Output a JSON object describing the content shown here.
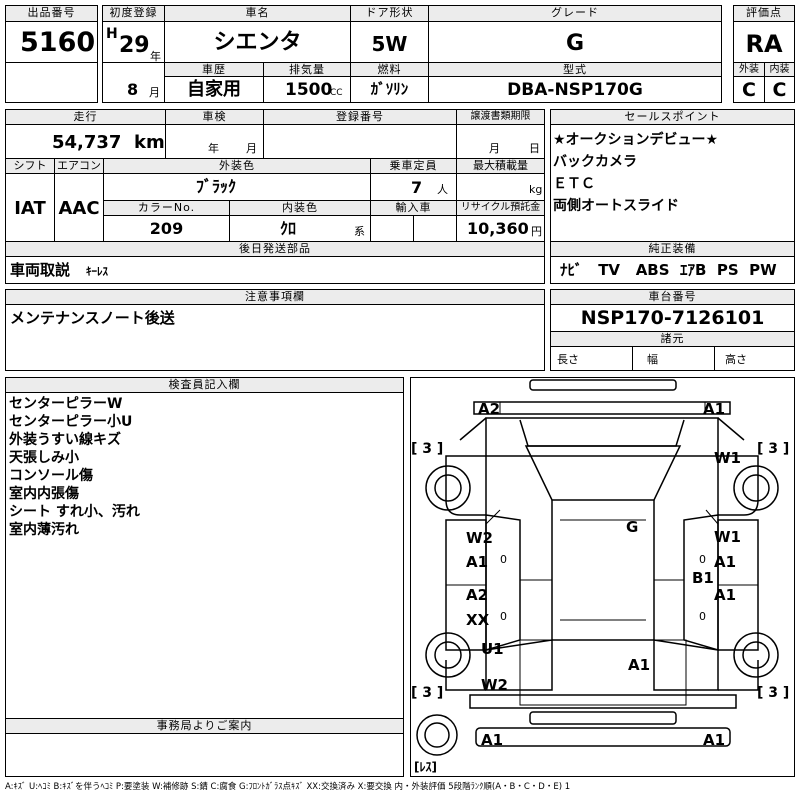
{
  "header": {
    "lot_no_label": "出品番号",
    "lot_no": "5160",
    "first_reg_label": "初度登録",
    "era": "H",
    "year": "29",
    "year_unit": "年",
    "month": "8",
    "month_unit": "月",
    "car_name_label": "車名",
    "car_name": "シエンタ",
    "history_label": "車歴",
    "history": "自家用",
    "displacement_label": "排気量",
    "displacement": "1500",
    "cc_unit": "CC",
    "door_label": "ドア形状",
    "door": "5W",
    "fuel_label": "燃料",
    "fuel": "ｶﾞｿﾘﾝ",
    "grade_label": "グレード",
    "grade": "G",
    "model_label": "型式",
    "model": "DBA-NSP170G",
    "score_label": "評価点",
    "score": "RA",
    "ext_label": "外装",
    "ext_score": "C",
    "int_label": "内装",
    "int_score": "C"
  },
  "row2": {
    "mileage_label": "走行",
    "mileage": "54,737",
    "km_unit": "km",
    "inspection_label": "車検",
    "year_unit": "年",
    "month_unit": "月",
    "reg_no_label": "登録番号",
    "transfer_label": "譲渡書類期限",
    "t_month_unit": "月",
    "t_day_unit": "日",
    "shift_label": "シフト",
    "shift": "IAT",
    "ac_label": "エアコン",
    "ac": "AAC",
    "color_label": "外装色",
    "color": "ﾌﾞﾗｯｸ",
    "capacity_label": "乗車定員",
    "capacity": "7",
    "person_unit": "人",
    "max_load_label": "最大積載量",
    "kg_unit": "kg",
    "color_no_label": "カラーNo.",
    "color_no": "209",
    "interior_color_label": "内装色",
    "interior_color": "ｸﾛ",
    "kei_unit": "系",
    "import_label": "輸入車",
    "recycle_label": "リサイクル預託金",
    "recycle": "10,360",
    "yen_unit": "円"
  },
  "selling_points": {
    "label": "セールスポイント",
    "items": [
      "★オークションデビュー★",
      "バックカメラ",
      "ＥＴＣ",
      "両側オートスライド"
    ]
  },
  "later_parts": {
    "label": "後日発送部品",
    "value": "車両取説",
    "value2": "ｷｰﾚｽ"
  },
  "equipment": {
    "label": "純正装備",
    "items": [
      "ﾅﾋﾞ",
      "TV",
      "ABS",
      "ｴｱB",
      "PS",
      "PW"
    ]
  },
  "notes": {
    "label": "注意事項欄",
    "value": "メンテナンスノート後送"
  },
  "chassis": {
    "label": "車台番号",
    "value": "NSP170-7126101",
    "spec_label": "諸元",
    "length_label": "長さ",
    "width_label": "幅",
    "height_label": "高さ"
  },
  "inspector": {
    "label": "検査員記入欄",
    "lines": [
      "センターピラーW",
      "センターピラー小U",
      "外装うすい線キズ",
      "天張しみ小",
      "コンソール傷",
      "室内内張傷",
      "シート すれ小、汚れ",
      "室内薄汚れ"
    ]
  },
  "office": {
    "label": "事務局よりご案内"
  },
  "diagram": {
    "marks": [
      "A2",
      "A1",
      "W1",
      "G",
      "W2",
      "A1",
      "W1",
      "A1",
      "B1",
      "A2",
      "XX",
      "A1",
      "U1",
      "A1",
      "W2",
      "A1",
      "A1"
    ],
    "tires": [
      "[ 3 ]",
      "[ 3 ]",
      "[ 3 ]",
      "[ 3 ]",
      "[ﾚｽ]"
    ]
  },
  "legend": "A:ｷｽﾞ U:ﾍｺﾐ B:ｷｽﾞを伴うﾍｺﾐ P:要塗装 W:補修跡 S:錆 C:腐食 G:ﾌﾛﾝﾄｶﾞﾗｽ点ｷｽﾞ XX:交換済み X:要交換  内・外装評価  5段階ﾗﾝｸ順(A・B・C・D・E) 1"
}
